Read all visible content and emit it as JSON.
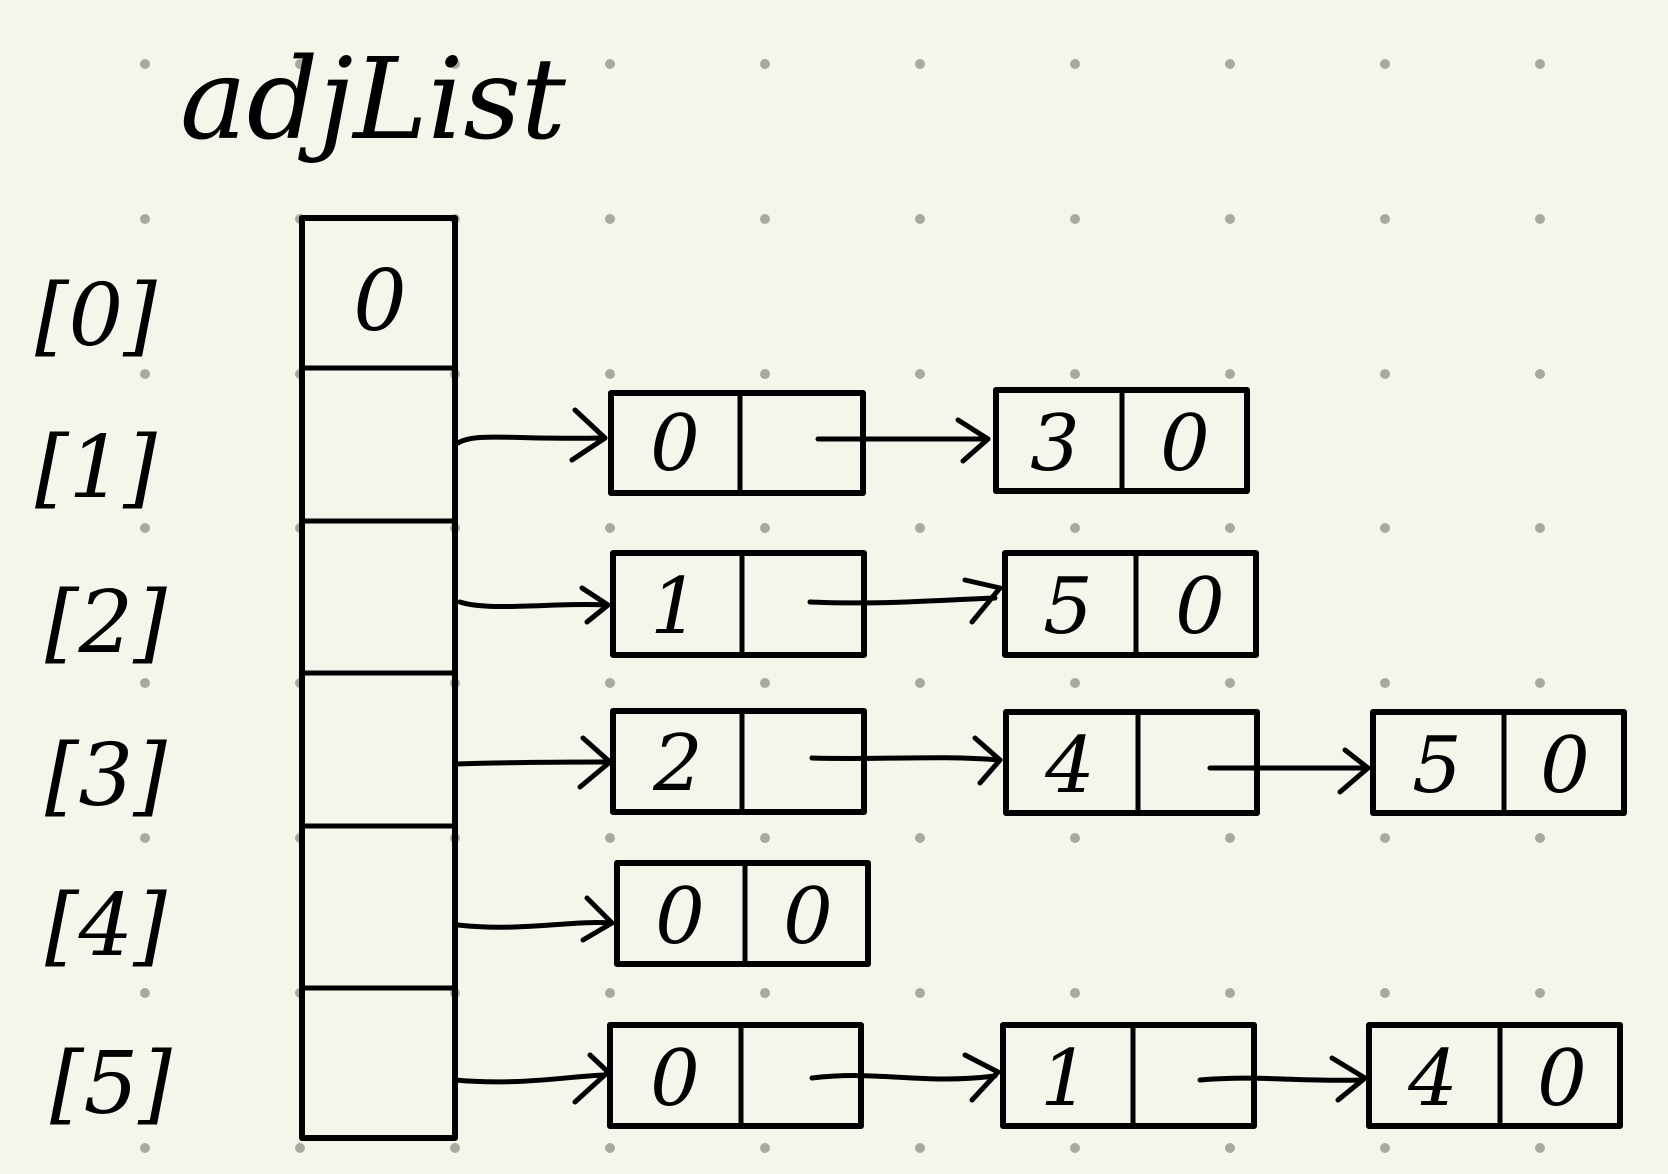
{
  "title": "adjList",
  "colors": {
    "background": "#f5f5eb",
    "ink": "#000000",
    "grid_dot": "#a9a9a0"
  },
  "array_index_labels": [
    "[0]",
    "[1]",
    "[2]",
    "[3]",
    "[4]",
    "[5]"
  ],
  "array_cell_0_value": "0",
  "lists": [
    {
      "index": 1,
      "nodes": [
        {
          "value": "0",
          "next": ""
        },
        {
          "value": "3",
          "next": "0"
        }
      ]
    },
    {
      "index": 2,
      "nodes": [
        {
          "value": "1",
          "next": ""
        },
        {
          "value": "5",
          "next": "0"
        }
      ]
    },
    {
      "index": 3,
      "nodes": [
        {
          "value": "2",
          "next": ""
        },
        {
          "value": "4",
          "next": ""
        },
        {
          "value": "5",
          "next": "0"
        }
      ]
    },
    {
      "index": 4,
      "nodes": [
        {
          "value": "0",
          "next": "0"
        }
      ]
    },
    {
      "index": 5,
      "nodes": [
        {
          "value": "0",
          "next": ""
        },
        {
          "value": "1",
          "next": ""
        },
        {
          "value": "4",
          "next": "0"
        }
      ]
    }
  ]
}
